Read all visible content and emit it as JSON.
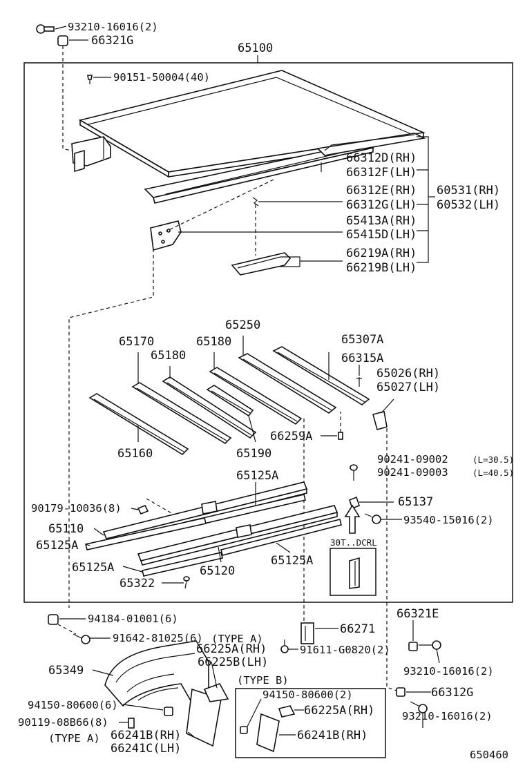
{
  "diagram": {
    "labels": {
      "p93210_16016_top": "93210-16016(2)",
      "p66321G": "66321G",
      "p65100": "65100",
      "p90151": "90151-50004(40)",
      "p66312D": "66312D(RH)",
      "p66312F": "66312F(LH)",
      "p66312E": "66312E(RH)",
      "p66312G_lh": "66312G(LH)",
      "p60531": "60531(RH)",
      "p60532": "60532(LH)",
      "p65413A": "65413A(RH)",
      "p65415D": "65415D(LH)",
      "p66219A": "66219A(RH)",
      "p66219B": "66219B(LH)",
      "p65250": "65250",
      "p65170": "65170",
      "p65180_a": "65180",
      "p65180_b": "65180",
      "p65307A": "65307A",
      "p66315A": "66315A",
      "p65026": "65026(RH)",
      "p65027": "65027(LH)",
      "p66259A": "66259A",
      "p65160": "65160",
      "p65190": "65190",
      "p90241_a": "90241-09002",
      "p90241_a_len": "(L=30.5)",
      "p90241_b": "90241-09003",
      "p90241_b_len": "(L=40.5)",
      "p65125A_top": "65125A",
      "p90179": "90179-10036(8)",
      "p65137": "65137",
      "p93540": "93540-15016(2)",
      "p65110": "65110",
      "p65125A_left": "65125A",
      "p30T": "30T..DCRL",
      "p65125A_bot": "65125A",
      "p65120": "65120",
      "p65125A_right": "65125A",
      "p65322": "65322",
      "p94184": "94184-01001(6)",
      "p91642": "91642-81025(6)",
      "p66271": "66271",
      "p66321E": "66321E",
      "p66225A": "66225A(RH)",
      "p66225B": "66225B(LH)",
      "p91611": "91611-G0820(2)",
      "p65349": "65349",
      "p93210_16016_mid": "93210-16016(2)",
      "p66312G_bot": "66312G",
      "p94150_a": "94150-80600(6)",
      "p94150_b": "94150-80600(2)",
      "p66225A_b": "66225A(RH)",
      "p90119": "90119-08B66(8)",
      "p66241B": "66241B(RH)",
      "p66241C": "66241C(LH)",
      "p66241B_b": "66241B(RH)",
      "p93210_16016_bot": "93210-16016(2)",
      "typeA_1": "(TYPE A)",
      "typeA_2": "(TYPE A)",
      "typeB": "(TYPE B)",
      "figure_no": "650460"
    }
  }
}
